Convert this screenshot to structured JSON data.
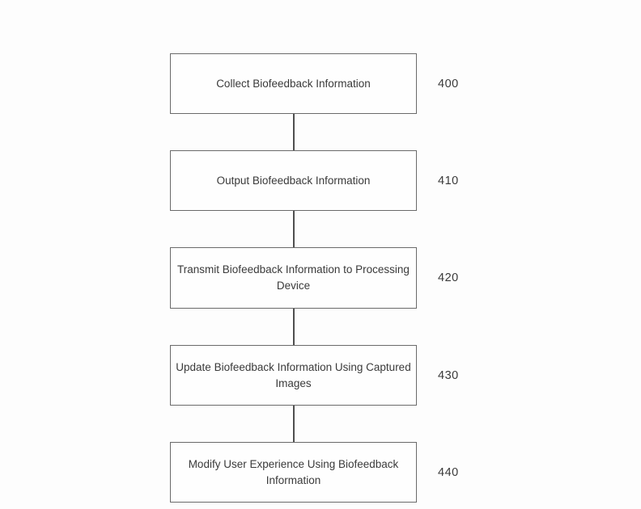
{
  "figure": {
    "type": "flowchart",
    "steps": [
      {
        "ref": "400",
        "label": "Collect Biofeedback Information",
        "lines": [
          "Collect Biofeedback Information"
        ]
      },
      {
        "ref": "410",
        "label": "Output Biofeedback Information",
        "lines": [
          "Output Biofeedback Information"
        ]
      },
      {
        "ref": "420",
        "label": "Transmit Biofeedback Information to Processing Device",
        "lines": [
          "Transmit Biofeedback Information to Processing",
          "Device"
        ]
      },
      {
        "ref": "430",
        "label": "Update Biofeedback Information Using Captured Images",
        "lines": [
          "Update Biofeedback Information Using Captured",
          "Images"
        ]
      },
      {
        "ref": "440",
        "label": "Modify User Experience Using Biofeedback Information",
        "lines": [
          "Modify User Experience Using Biofeedback",
          "Information"
        ]
      }
    ],
    "colors": {
      "background": "#fdfdfd",
      "box_fill": "#fefefe",
      "box_border": "#6a6a6a",
      "text": "#3a3a3a",
      "connector": "#4f4f4f"
    }
  }
}
